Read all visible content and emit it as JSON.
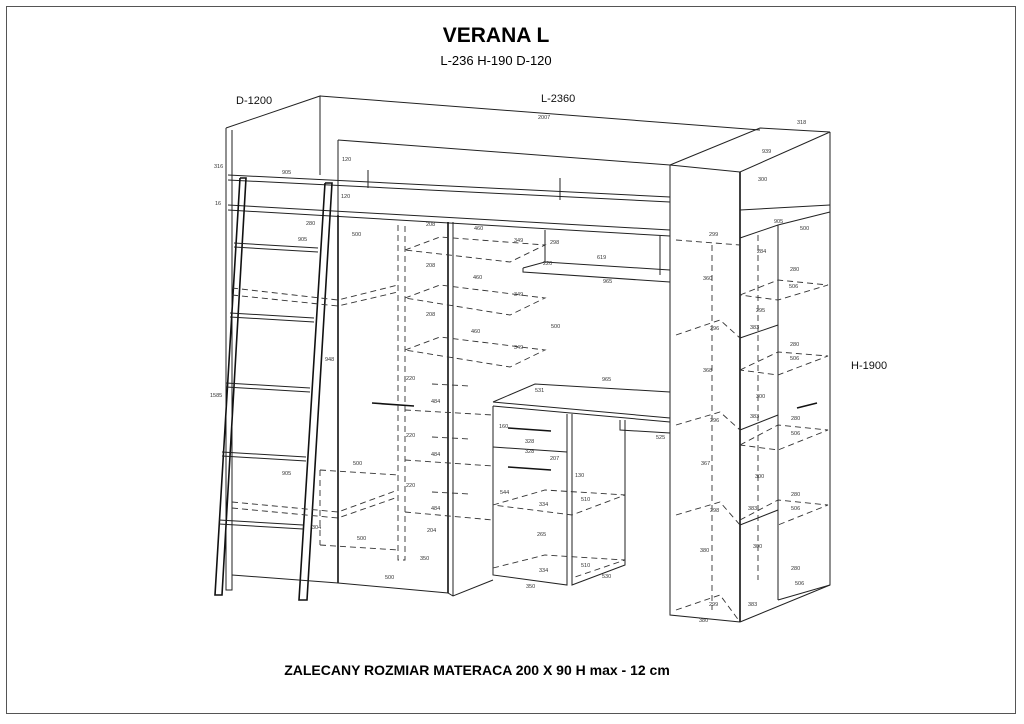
{
  "header": {
    "title": "VERANA L",
    "subtitle": "L-236 H-190 D-120"
  },
  "overall_dimensions": {
    "depth": "D-1200",
    "length": "L-2360",
    "height": "H-1900"
  },
  "footer": {
    "note": "ZALECANY ROZMIAR MATERACA 200 X 90 H max - 12 cm"
  },
  "dims": [
    "2007",
    "318",
    "939",
    "300",
    "316",
    "905",
    "120",
    "120",
    "16",
    "280",
    "905",
    "500",
    "208",
    "460",
    "349",
    "298",
    "220",
    "619",
    "965",
    "208",
    "460",
    "349",
    "208",
    "460",
    "349",
    "500",
    "299",
    "905",
    "500",
    "284",
    "360",
    "280",
    "506",
    "295",
    "296",
    "383",
    "280",
    "506",
    "948",
    "1585",
    "220",
    "484",
    "965",
    "531",
    "368",
    "300",
    "280",
    "296",
    "383",
    "506",
    "160",
    "328",
    "328",
    "525",
    "220",
    "207",
    "484",
    "367",
    "300",
    "130",
    "905",
    "500",
    "220",
    "544",
    "334",
    "510",
    "484",
    "280",
    "383",
    "298",
    "506",
    "304",
    "204",
    "265",
    "500",
    "350",
    "510",
    "334",
    "530",
    "380",
    "300",
    "280",
    "506",
    "500",
    "350",
    "299",
    "383",
    "380"
  ]
}
